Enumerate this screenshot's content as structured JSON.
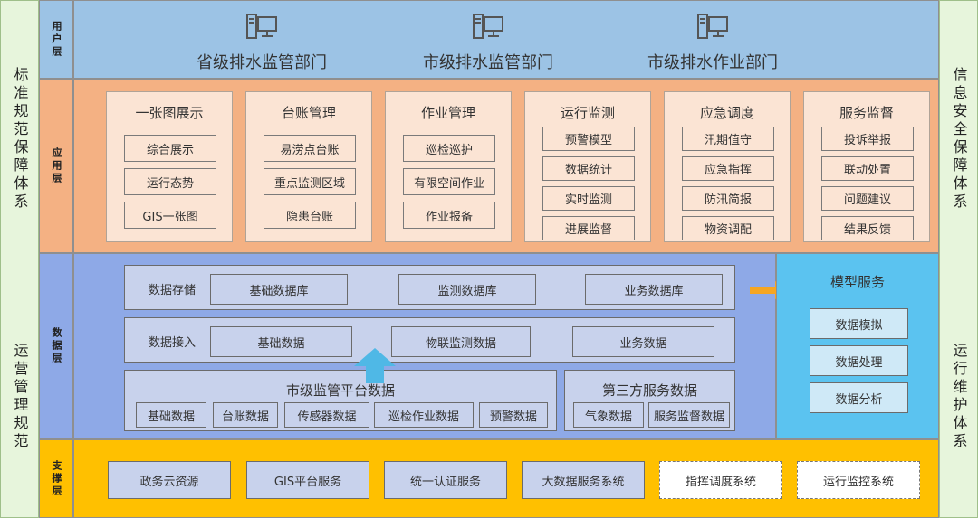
{
  "side_left": {
    "top": "标准规范保障体系",
    "bottom": "运营管理规范"
  },
  "side_right": {
    "top": "信息安全保障体系",
    "bottom": "运行维护体系"
  },
  "layers": {
    "user": "用户层",
    "app": "应用层",
    "data": "数据层",
    "support": "支撑层"
  },
  "departments": [
    "省级排水监管部门",
    "市级排水监管部门",
    "市级排水作业部门"
  ],
  "app_cards": [
    {
      "title": "一张图展示",
      "items": [
        "综合展示",
        "运行态势",
        "GIS一张图"
      ]
    },
    {
      "title": "台账管理",
      "items": [
        "易涝点台账",
        "重点监测区域",
        "隐患台账"
      ]
    },
    {
      "title": "作业管理",
      "items": [
        "巡检巡护",
        "有限空间作业",
        "作业报备"
      ]
    },
    {
      "title": "运行监测",
      "items": [
        "预警模型",
        "数据统计",
        "实时监测",
        "进展监督"
      ]
    },
    {
      "title": "应急调度",
      "items": [
        "汛期值守",
        "应急指挥",
        "防汛简报",
        "物资调配"
      ]
    },
    {
      "title": "服务监督",
      "items": [
        "投诉举报",
        "联动处置",
        "问题建议",
        "结果反馈"
      ]
    }
  ],
  "data_storage": {
    "label": "数据存储",
    "items": [
      "基础数据库",
      "监测数据库",
      "业务数据库"
    ]
  },
  "data_access": {
    "label": "数据接入",
    "items": [
      "基础数据",
      "物联监测数据",
      "业务数据"
    ]
  },
  "city_platform": {
    "title": "市级监管平台数据",
    "items": [
      "基础数据",
      "台账数据",
      "传感器数据",
      "巡检作业数据",
      "预警数据"
    ]
  },
  "third_party": {
    "title": "第三方服务数据",
    "items": [
      "气象数据",
      "服务监督数据"
    ]
  },
  "model_service": {
    "title": "模型服务",
    "items": [
      "数据模拟",
      "数据处理",
      "数据分析"
    ]
  },
  "support_items": [
    "政务云资源",
    "GIS平台服务",
    "统一认证服务",
    "大数据服务系统",
    "指挥调度系统",
    "运行监控系统"
  ],
  "colors": {
    "side_bg": "#e7f5dc",
    "user_bg": "#9cc3e5",
    "app_bg": "#f4b183",
    "app_card_bg": "#fbe4d4",
    "data_bg": "#8ea9e7",
    "data_box_bg": "#c8d2ec",
    "model_bg": "#5bc3f0",
    "support_bg": "#ffc000",
    "orange_arrow": "#f5a623",
    "blue_arrow": "#4fb8e6"
  }
}
